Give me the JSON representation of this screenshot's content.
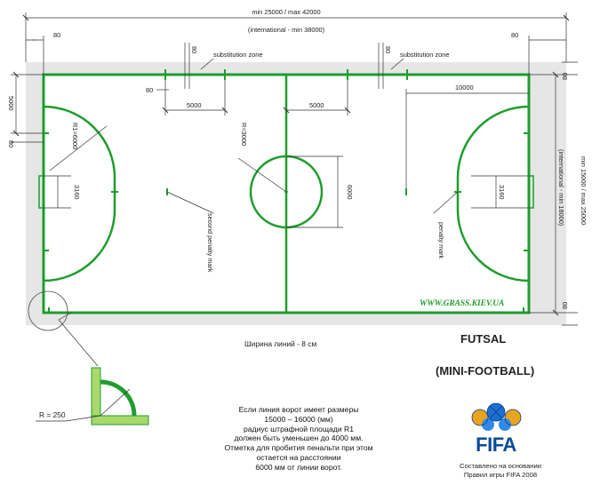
{
  "dims": {
    "top_total": "min 25000 / max 42000",
    "top_international": "(international - min 38000)",
    "top_left_80": "80",
    "top_right_80": "80",
    "sub_left_80": "80",
    "sub_right_80": "80",
    "sub_zone_left": "substitution zone",
    "sub_zone_right": "substitution zone",
    "left_80_small": "80",
    "left_5000": "5000",
    "right_5000": "5000",
    "right_10000": "10000",
    "left_side_5000": "5000",
    "left_side_80": "80",
    "r1": "R1=6000",
    "r3000": "R=3000",
    "center_6000": "6000",
    "left_3160": "3160",
    "right_3160": "3160",
    "right_main": "min 15000 / max 25000",
    "right_international": "(international - min 18000)",
    "right_80_top": "80",
    "right_80_bottom": "80",
    "second_penalty": "second penalty mark",
    "penalty_mark": "penalty mark",
    "watermark": "WWW.GRASS.KIEV.UA",
    "line_width": "Ширина линий - 8 см",
    "radius_detail": "R = 250"
  },
  "title": {
    "line1": "FUTSAL",
    "line2": "(MINI-FOOTBALL)"
  },
  "note": {
    "l1": "Если линия ворот имеет размеры",
    "l2": "15000 – 16000 (мм)",
    "l3": "радиус штрафной площади R1",
    "l4": "должен быть уменьшен до 4000 мм.",
    "l5": "Отметка для пробития пенальти при этом",
    "l6": "остается на расстоянии",
    "l7": "6000 мм от линии ворот."
  },
  "fifa": {
    "logo_text": "FIFA",
    "caption1": "Составлено на основании",
    "caption2": "Правил игры FIFA 2008"
  },
  "colors": {
    "pitch_line": "#1f9d2d",
    "surround": "#e6e6e6",
    "dim_line": "#333333"
  }
}
